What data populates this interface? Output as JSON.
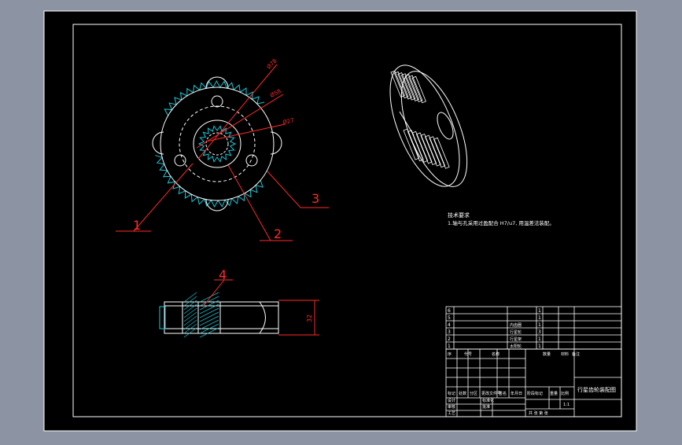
{
  "colors": {
    "frame_background": "#8c94a4",
    "sheet": "#000000",
    "outline": "#ffffff",
    "leader": "#ff2a2a",
    "teeth": "#17c8d8"
  },
  "gear_view": {
    "dimensions": {
      "outer": "Ø78",
      "middle": "Ø58",
      "inner": "Ø27"
    },
    "balloons": {
      "one": "1",
      "two": "2",
      "three": "3"
    }
  },
  "section_view": {
    "balloon": "4",
    "height_dimension": "32"
  },
  "technical_requirements": {
    "title": "技术要求",
    "line1": "1.轴与孔采用过盈配合 H7/u7, 用温差法装配。"
  },
  "parts_list": {
    "rows": [
      {
        "no": "6",
        "name": "",
        "qty": "1"
      },
      {
        "no": "5",
        "name": "",
        "qty": "1"
      },
      {
        "no": "4",
        "name": "内齿圈",
        "qty": "1"
      },
      {
        "no": "3",
        "name": "行星轮",
        "qty": "3"
      },
      {
        "no": "2",
        "name": "行星架",
        "qty": "1"
      },
      {
        "no": "1",
        "name": "太阳轮",
        "qty": "1"
      }
    ],
    "header": {
      "no": "序",
      "name": "代号",
      "material": "名称",
      "qty": "数量",
      "note1": "材料",
      "note2": "备注"
    }
  },
  "title_block": {
    "drawing_title": "行星齿轮装配图",
    "labels": {
      "mark": "标记",
      "count": "处数",
      "zone": "分区",
      "change_doc": "更改文件号",
      "sign": "签名",
      "date": "年月日",
      "design": "设计",
      "standard": "标准化",
      "review": "审核",
      "process": "工艺",
      "approve": "批准",
      "stage_mark": "阶段标记",
      "weight": "重量",
      "scale": "比例",
      "scale_value": "1:1",
      "sheets": "共 张 第 张"
    }
  }
}
